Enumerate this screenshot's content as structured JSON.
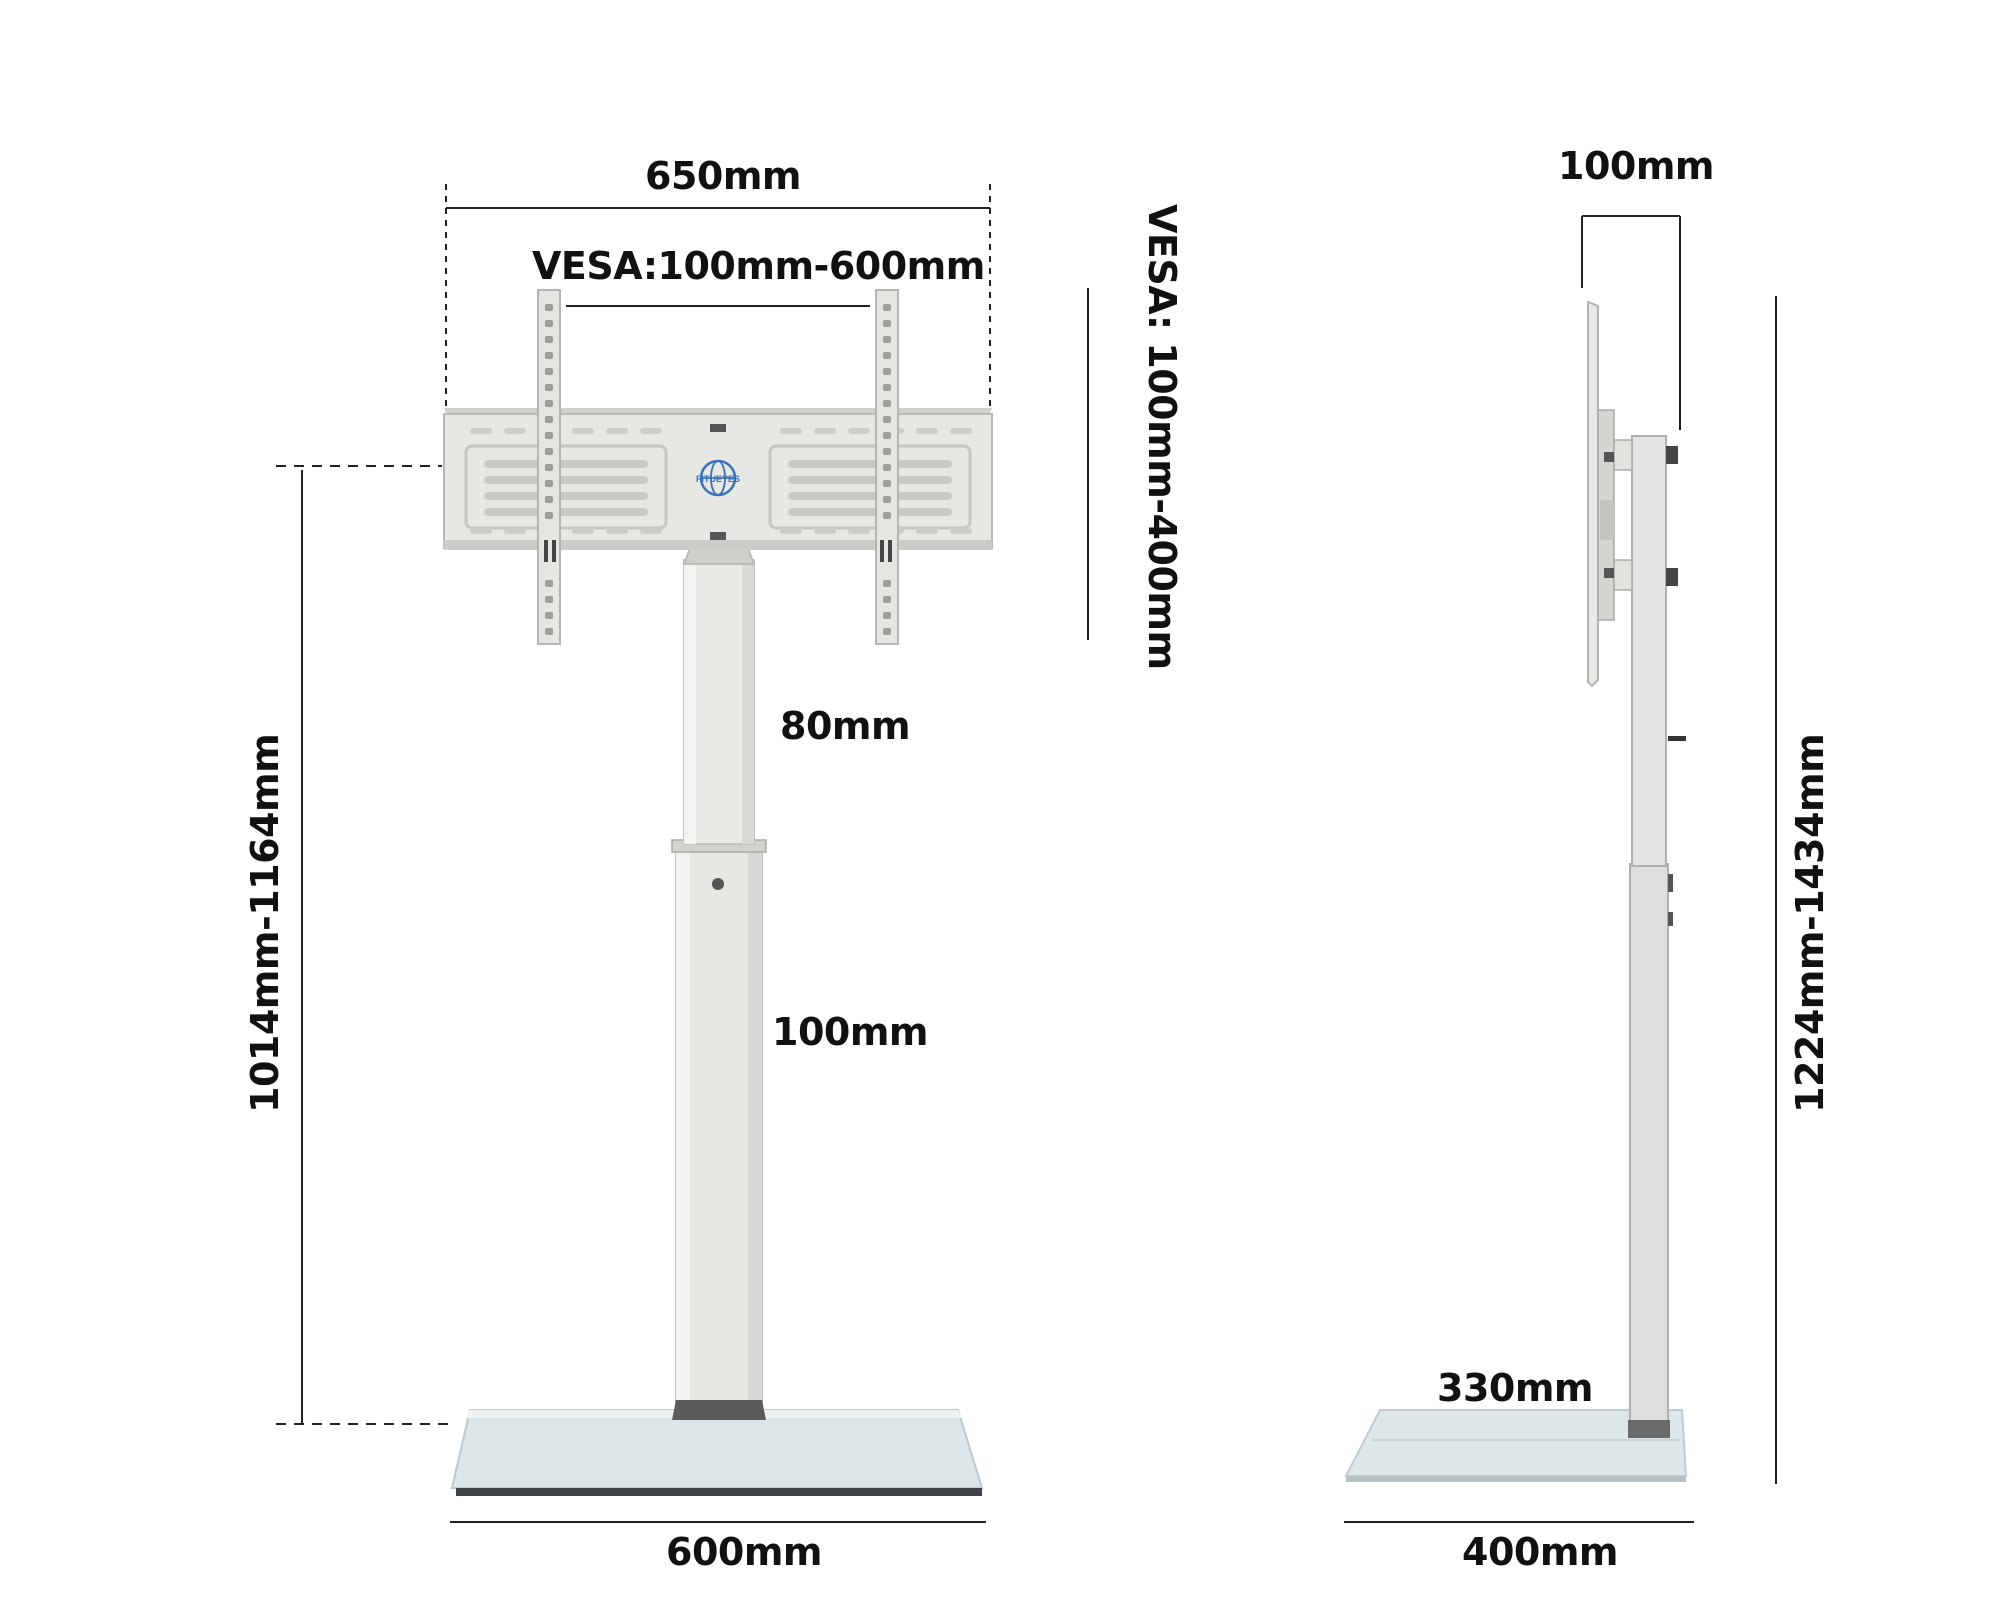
{
  "dimensions": {
    "mount_width": "650mm",
    "vesa_horizontal": "VESA:100mm-600mm",
    "vesa_vertical": "VESA: 100mm-400mm",
    "height_front": "1014mm-1164mm",
    "upper_adjust": "80mm",
    "lower_adjust": "100mm",
    "base_width": "600mm",
    "side_depth_top": "100mm",
    "height_side": "1224mm-1434mm",
    "side_base_offset": "330mm",
    "base_depth": "400mm"
  },
  "brand": {
    "logo_text": "FITUEYES"
  },
  "colors": {
    "metal": "#e6e6e3",
    "metal_edge": "#b9b9b6",
    "glass": "#dde7ea",
    "dark": "#4a4a4a",
    "text": "#111111",
    "logo": "#3a73b8"
  }
}
